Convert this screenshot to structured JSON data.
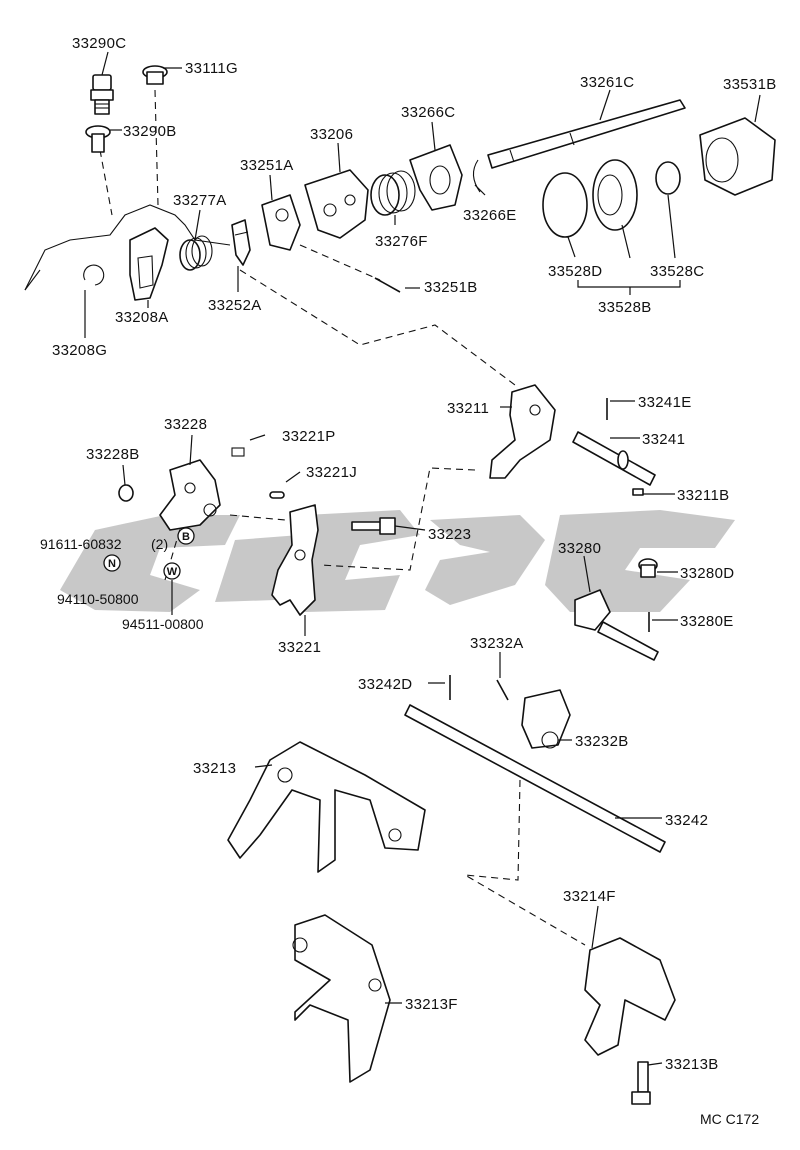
{
  "labels": {
    "p33290C": "33290C",
    "p33111G": "33111G",
    "p33290B": "33290B",
    "p33261C": "33261C",
    "p33531B": "33531B",
    "p33266C": "33266C",
    "p33206": "33206",
    "p33251A": "33251A",
    "p33277A": "33277A",
    "p33266E": "33266E",
    "p33276F": "33276F",
    "p33528D": "33528D",
    "p33528C": "33528C",
    "p33528B": "33528B",
    "p33251B": "33251B",
    "p33208A": "33208A",
    "p33252A": "33252A",
    "p33208G": "33208G",
    "p33211": "33211",
    "p33241E": "33241E",
    "p33241": "33241",
    "p33228": "33228",
    "p33221P": "33221P",
    "p33228B": "33228B",
    "p33221J": "33221J",
    "p33211B": "33211B",
    "p33223": "33223",
    "p91611": "91611-60832",
    "p91611qty": "(2)",
    "p33280": "33280",
    "p33280D": "33280D",
    "p94110": "94110-50800",
    "p94511": "94511-00800",
    "p33280E": "33280E",
    "p33221": "33221",
    "p33232A": "33232A",
    "p33242D": "33242D",
    "p33232B": "33232B",
    "p33213": "33213",
    "p33242": "33242",
    "p33214F": "33214F",
    "p33213F": "33213F",
    "p33213B": "33213B"
  },
  "badges": {
    "b": "B",
    "n": "N",
    "w": "W"
  },
  "ref_code": "MC C172",
  "colors": {
    "line": "#111111",
    "watermark": "#9a9a9a",
    "background": "#ffffff"
  }
}
